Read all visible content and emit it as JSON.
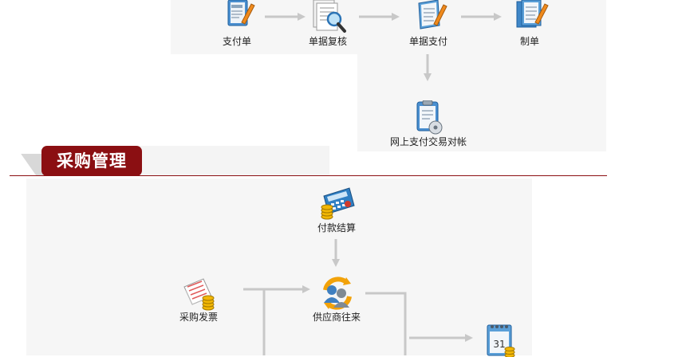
{
  "payment_flow": {
    "nodes": [
      {
        "id": "zhifudan",
        "label": "支付单",
        "icon": "bank-document-pen-icon"
      },
      {
        "id": "danjufuhe",
        "label": "单据复核",
        "icon": "document-magnifier-icon"
      },
      {
        "id": "danjuzhifu",
        "label": "单据支付",
        "icon": "document-pen-icon"
      },
      {
        "id": "zhidan",
        "label": "制单",
        "icon": "documents-stack-pen-icon"
      },
      {
        "id": "wangshangduizhang",
        "label": "网上支付交易对帐",
        "icon": "clipboard-disc-icon"
      }
    ]
  },
  "section": {
    "title": "采购管理"
  },
  "purchase_flow": {
    "nodes": [
      {
        "id": "fukuanjiesuan",
        "label": "付款结算",
        "icon": "calculator-coins-icon"
      },
      {
        "id": "caigoufapiao",
        "label": "采购发票",
        "icon": "invoice-coins-icon"
      },
      {
        "id": "gongyingshang",
        "label": "供应商往来",
        "icon": "supplier-exchange-icon"
      },
      {
        "id": "calendar",
        "label": "",
        "icon": "calendar-coins-icon"
      }
    ]
  },
  "colors": {
    "accent": "#8b0f12",
    "arrow": "#c8c8c8",
    "panel": "#f6f6f6"
  }
}
